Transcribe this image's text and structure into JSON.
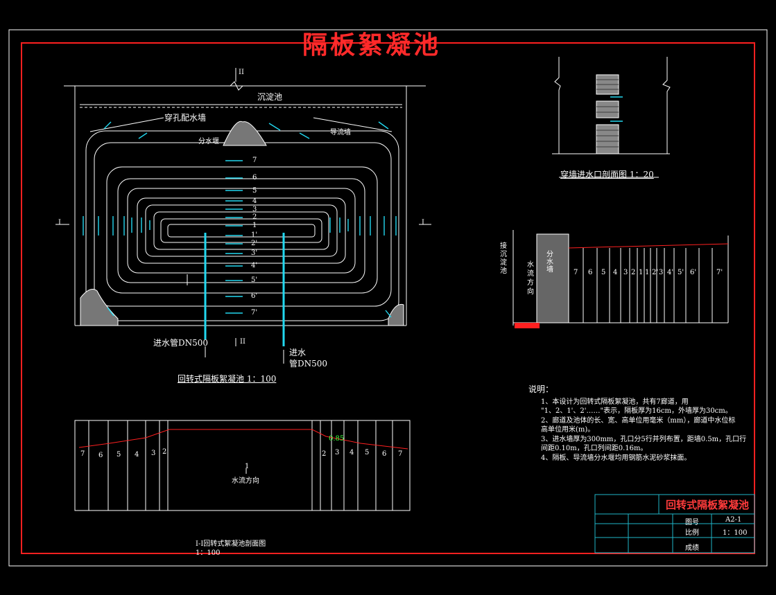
{
  "drawing": {
    "main_title": "隔板絮凝池",
    "plan": {
      "top_label": "沉淀池",
      "label_perforated_wall": "穿孔配水墙",
      "label_diverter_wall": "导流墙",
      "label_splitter": "分水堰",
      "corridor_numbers_top": [
        "7",
        "6",
        "5",
        "4",
        "3",
        "2",
        "1"
      ],
      "corridor_numbers_bottom": [
        "1'",
        "2'",
        "3'",
        "4'",
        "5'",
        "6'",
        "7'"
      ],
      "section_mark_I": "I",
      "section_mark_II": "II",
      "inlet_left_1": "进水管DN500",
      "inlet_right_1": "进水",
      "inlet_right_2": "管DN500",
      "caption": "回转式隔板絮凝池 1：100"
    },
    "wall_detail": {
      "caption": "穿墙进水口剖面图 1：20"
    },
    "section_II": {
      "left_label": "接沉淀池",
      "splitter_label": "分水墙",
      "flow_label": "水流方向",
      "numbers": [
        "7",
        "6",
        "5",
        "4",
        "3",
        "2",
        "1",
        "1'",
        "2'",
        "3'",
        "4'",
        "5'",
        "6'",
        "7'"
      ]
    },
    "notes": {
      "heading": "说明：",
      "items": [
        "1、本设计为回转式隔板絮凝池，共有7廊道，用",
        "\"1、2、1'、2'……\"表示，隔板厚为16cm，外墙厚为30cm。",
        "2、廊道及池体的长、宽、高单位用毫米（mm），廊道中水位标",
        "高单位用米(m)。",
        "3、进水墙厚为300mm，孔口分5行并列布置，距墙0.5m，孔口行",
        "间距0.10m，孔口列间距0.16m。",
        "4、隔板、导流墙分水堰均用钢筋水泥砂浆抹面。"
      ]
    },
    "section_I": {
      "numbers_left": [
        "7",
        "6",
        "5",
        "4",
        "3",
        "2"
      ],
      "numbers_right": [
        "2",
        "3",
        "4",
        "5",
        "6",
        "7"
      ],
      "center_label": "1",
      "flow_label": "水流方向",
      "caption_1": "I-I回转式絮凝池剖面图",
      "caption_2": "1：100",
      "green_mark": "0.85"
    },
    "title_block": {
      "title": "回转式隔板絮凝池",
      "drawing_no_label": "图号",
      "drawing_no": "A2-1",
      "scale_label": "比例",
      "scale": "1：100",
      "grade_label": "成绩"
    }
  },
  "colors": {
    "frame_red": "#ff2020",
    "line_white": "#ffffff",
    "pipe_cyan": "#22d8f0",
    "arrow_cyan": "#22d8f0",
    "tb_cyan": "#1fb6c9"
  }
}
